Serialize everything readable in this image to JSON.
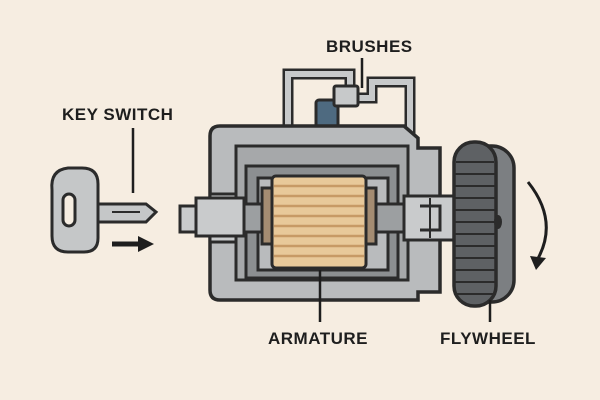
{
  "labels": {
    "key_switch": "KEY SWITCH",
    "brushes": "BRUSHES",
    "armature": "ARMATURE",
    "flywheel": "FLYWHEEL"
  },
  "colors": {
    "background": "#f6ede1",
    "housing": "#b9bbbd",
    "housing_light": "#c9cbcc",
    "housing_dark": "#8c8f91",
    "armature": "#e8c99a",
    "armature_lines": "#c79a66",
    "brush_holder": "#4e6a80",
    "outline": "#2b2b2b"
  },
  "icons": [
    "key-icon",
    "arrow-right-icon",
    "rotation-arrow-icon"
  ]
}
